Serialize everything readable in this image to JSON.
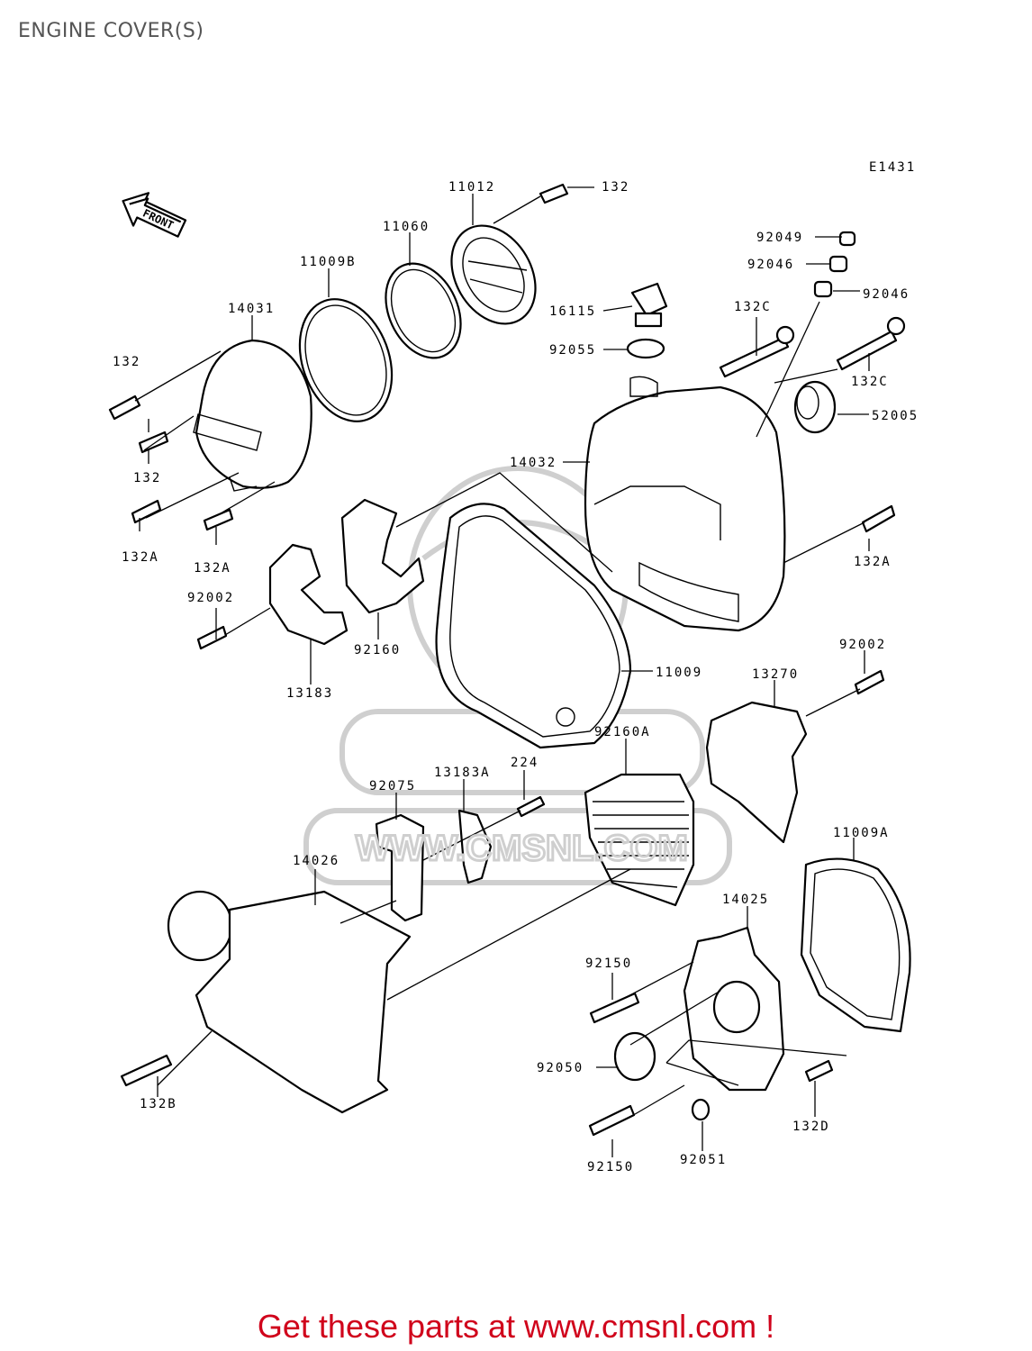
{
  "page_title": "ENGINE COVER(S)",
  "diagram_code": "E1431",
  "front_arrow_text": "FRONT",
  "labels": [
    {
      "id": "11012",
      "text": "11012"
    },
    {
      "id": "132_top",
      "text": "132"
    },
    {
      "id": "11060",
      "text": "11060"
    },
    {
      "id": "11009B",
      "text": "11009B"
    },
    {
      "id": "14031",
      "text": "14031"
    },
    {
      "id": "132_left_upper",
      "text": "132"
    },
    {
      "id": "132_left_mid",
      "text": "132"
    },
    {
      "id": "132A_left",
      "text": "132A"
    },
    {
      "id": "132A_mid",
      "text": "132A"
    },
    {
      "id": "92002_left",
      "text": "92002"
    },
    {
      "id": "13183",
      "text": "13183"
    },
    {
      "id": "92160",
      "text": "92160"
    },
    {
      "id": "92049",
      "text": "92049"
    },
    {
      "id": "92046_a",
      "text": "92046"
    },
    {
      "id": "92046_b",
      "text": "92046"
    },
    {
      "id": "16115",
      "text": "16115"
    },
    {
      "id": "132C_a",
      "text": "132C"
    },
    {
      "id": "92055",
      "text": "92055"
    },
    {
      "id": "132C_b",
      "text": "132C"
    },
    {
      "id": "52005",
      "text": "52005"
    },
    {
      "id": "14032",
      "text": "14032"
    },
    {
      "id": "132A_right",
      "text": "132A"
    },
    {
      "id": "11009",
      "text": "11009"
    },
    {
      "id": "92002_right",
      "text": "92002"
    },
    {
      "id": "13270",
      "text": "13270"
    },
    {
      "id": "92160A",
      "text": "92160A"
    },
    {
      "id": "224",
      "text": "224"
    },
    {
      "id": "13183A",
      "text": "13183A"
    },
    {
      "id": "92075",
      "text": "92075"
    },
    {
      "id": "14026",
      "text": "14026"
    },
    {
      "id": "11009A",
      "text": "11009A"
    },
    {
      "id": "14025",
      "text": "14025"
    },
    {
      "id": "92150_a",
      "text": "92150"
    },
    {
      "id": "92050",
      "text": "92050"
    },
    {
      "id": "132B",
      "text": "132B"
    },
    {
      "id": "132D",
      "text": "132D"
    },
    {
      "id": "92150_b",
      "text": "92150"
    },
    {
      "id": "92051",
      "text": "92051"
    }
  ],
  "watermark_text": "WWW.CMSNL.COM",
  "cta_text": "Get these parts at www.cmsnl.com !",
  "colors": {
    "cta": "#d0021b",
    "title": "#555555",
    "line": "#000000",
    "watermark": "#cfcfcf"
  }
}
